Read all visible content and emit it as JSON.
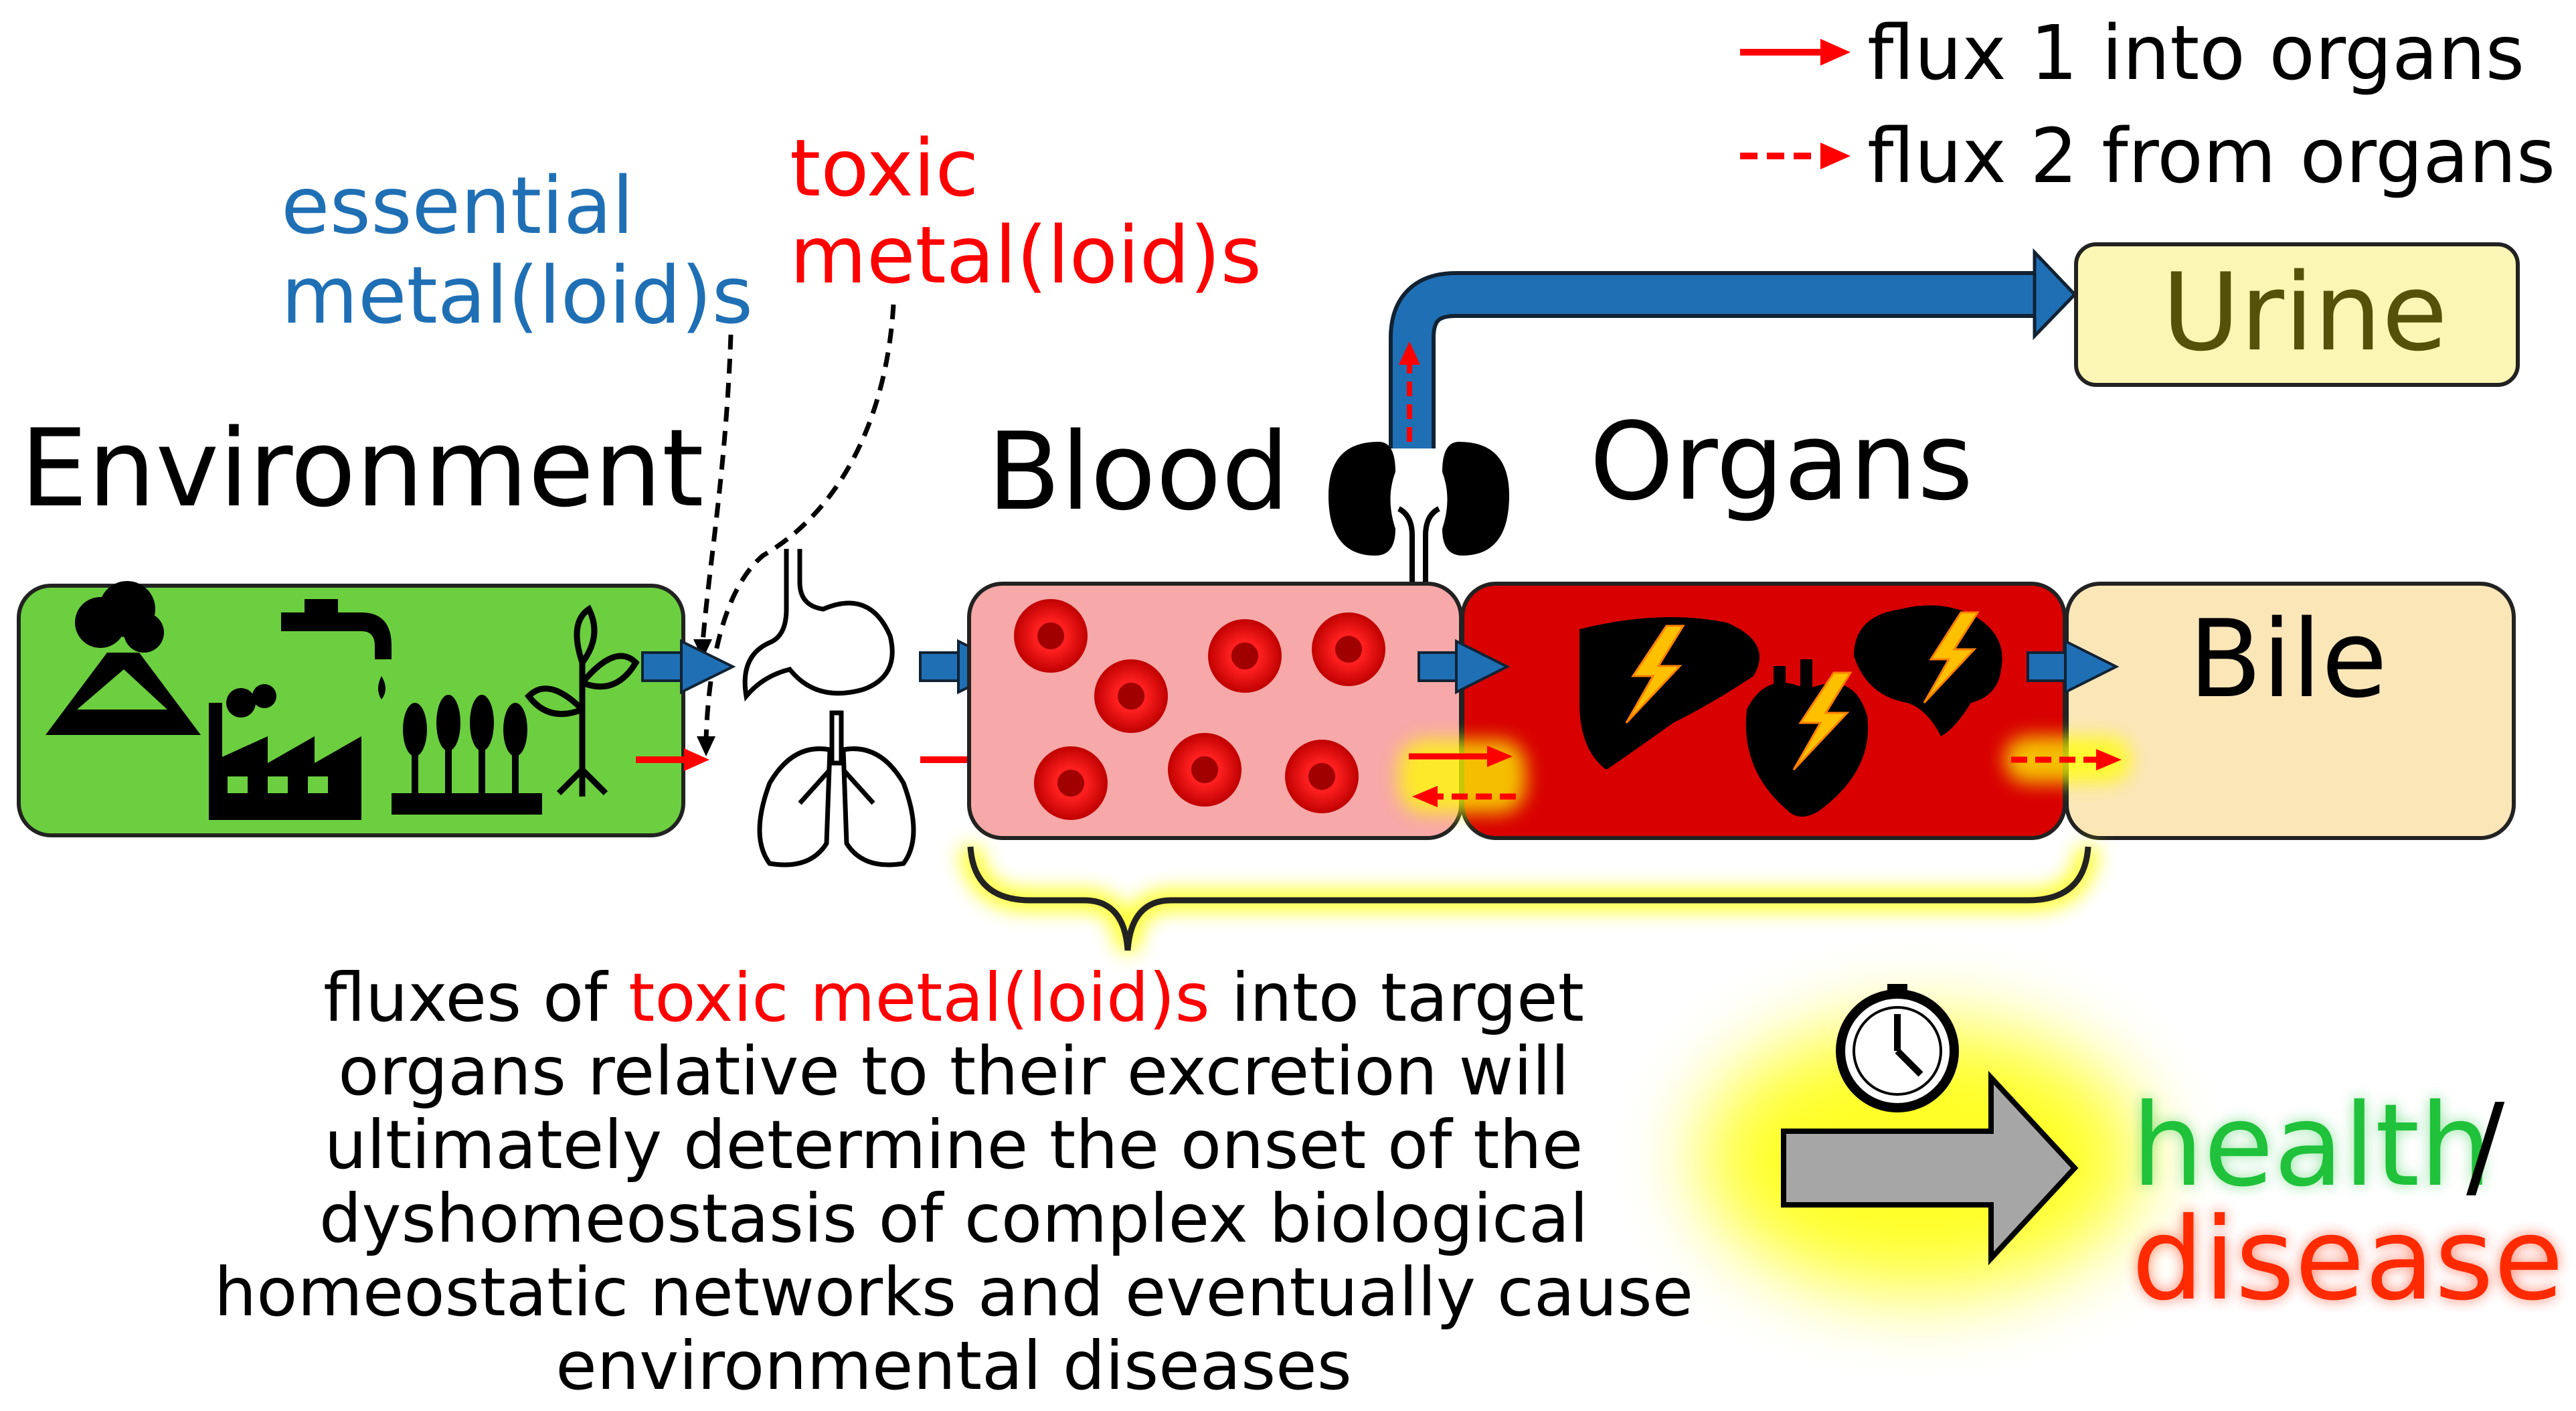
{
  "legend": {
    "flux1": "flux 1 into organs",
    "flux2": "flux 2 from organs"
  },
  "labels": {
    "essential_line1": "essential",
    "essential_line2": "metal(loid)s",
    "toxic_line1": "toxic",
    "toxic_line2": "metal(loid)s",
    "environment": "Environment",
    "blood": "Blood",
    "organs": "Organs",
    "urine": "Urine",
    "bile": "Bile"
  },
  "caption": {
    "line1_pre": "fluxes of ",
    "line1_highlight": "toxic metal(loid)s",
    "line1_post": " into target",
    "line2": "organs relative to their excretion will",
    "line3": "ultimately determine the onset of the",
    "line4": "dyshomeostasis of complex biological",
    "line5": "homeostatic networks and eventually cause",
    "line6": "environmental diseases"
  },
  "outcome": {
    "health": "health",
    "slash": "/",
    "disease": "disease"
  },
  "colors": {
    "essential_blue": "#1f6fb5",
    "toxic_red": "#ff0000",
    "environment_green": "#6ccf3f",
    "blood_pink": "#f7a8a8",
    "organs_red": "#d80000",
    "urine_yellow": "#fbf6b3",
    "bile_cream": "#fbe6b8",
    "highlight_yellow": "#ffff00",
    "health_green": "#1fc23a",
    "disease_red": "#ff2a00",
    "process_gray": "#a6a6a6"
  },
  "icons": [
    "volcano-icon",
    "faucet-icon",
    "factory-icon",
    "crops-icon",
    "plant-icon",
    "stomach-icon",
    "lungs-icon",
    "red-blood-cell-icon",
    "kidney-icon",
    "liver-icon",
    "heart-icon",
    "brain-icon",
    "lightning-icon",
    "clock-icon"
  ]
}
